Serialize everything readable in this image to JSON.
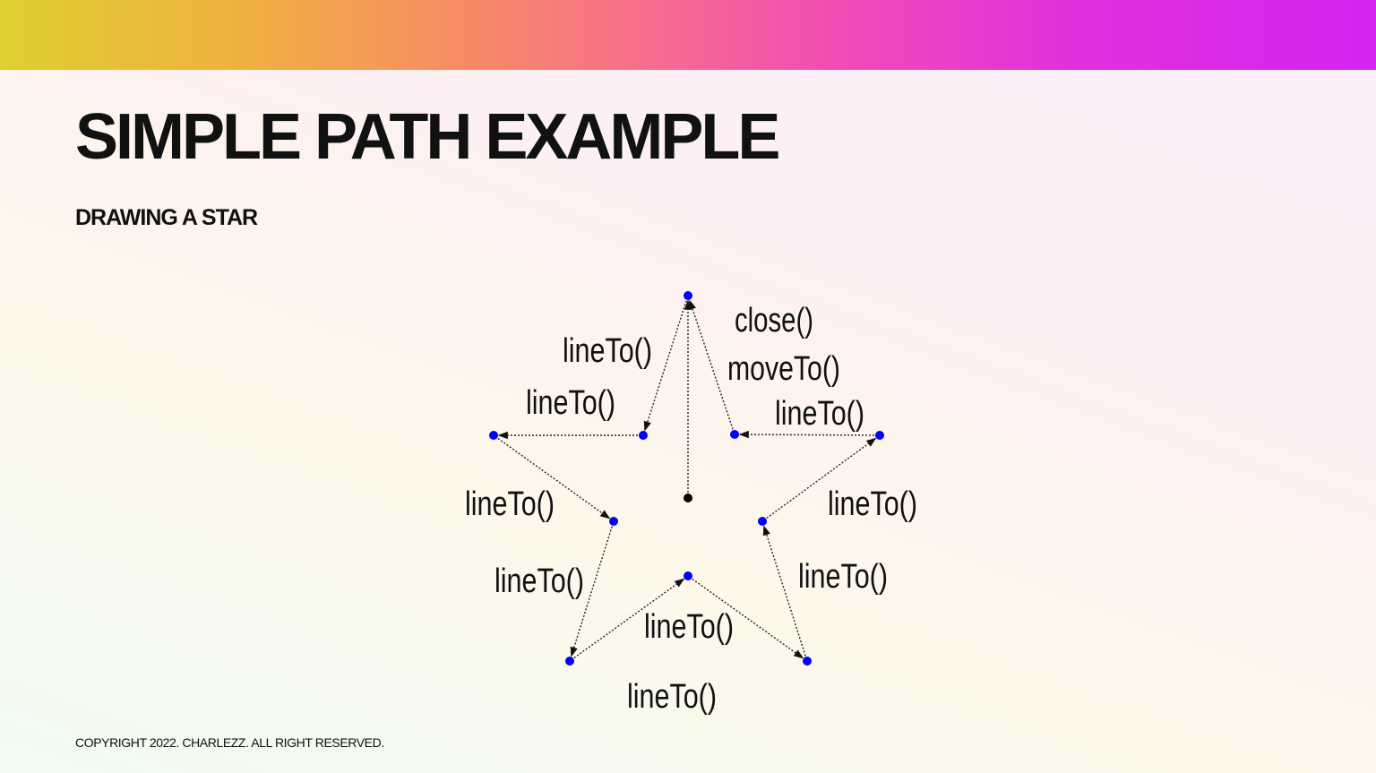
{
  "banner": {
    "gradient": [
      "#e0cf30",
      "#f78f60",
      "#f14ab8",
      "#d624f2"
    ]
  },
  "slide": {
    "title": "SIMPLE PATH EXAMPLE",
    "subtitle": "DRAWING A STAR",
    "footer": "COPYRIGHT 2022. CHARLEZZ. ALL RIGHT RESERVED."
  },
  "diagram": {
    "point_color": "#0000ff",
    "start_point_color": "#000000",
    "labels": {
      "moveto": "moveTo()",
      "close": "close()",
      "line1": "lineTo()",
      "line2": "lineTo()",
      "line3": "lineTo()",
      "line4": "lineTo()",
      "line5": "lineTo()",
      "line6": "lineTo()",
      "line7": "lineTo()",
      "line8": "lineTo()",
      "line9": "lineTo()"
    }
  }
}
